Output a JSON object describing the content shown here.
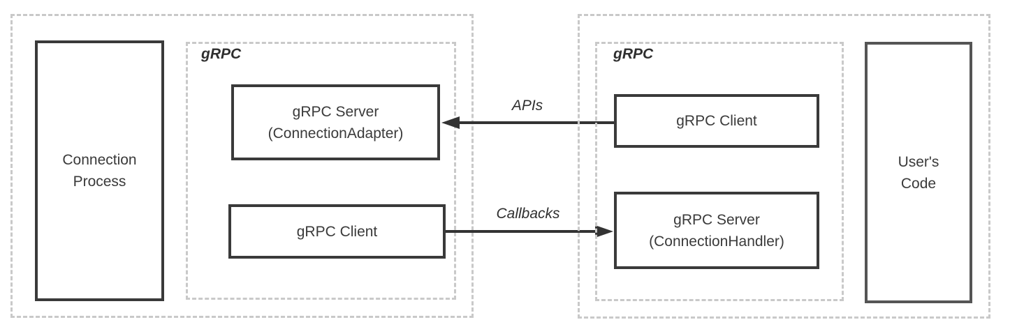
{
  "boxes": {
    "connection_process": {
      "lines": [
        "Connection",
        "Process"
      ]
    },
    "adapter": {
      "lines": [
        "gRPC Server",
        "(ConnectionAdapter)"
      ]
    },
    "left_client": {
      "label": "gRPC Client"
    },
    "right_client": {
      "label": "gRPC Client"
    },
    "handler": {
      "lines": [
        "gRPC Server",
        "(ConnectionHandler)"
      ]
    },
    "users_code": {
      "lines": [
        "User's",
        "Code"
      ]
    }
  },
  "labels": {
    "left_grpc": "gRPC",
    "right_grpc": "gRPC",
    "apis": "APIs",
    "callbacks": "Callbacks"
  },
  "colors": {
    "background": "#ffffff",
    "solid_border": "#3a3a3a",
    "users_code_border": "#555555",
    "dashed_border": "#c9c9c9",
    "text": "#3a3a3a",
    "arrow": "#333333"
  }
}
